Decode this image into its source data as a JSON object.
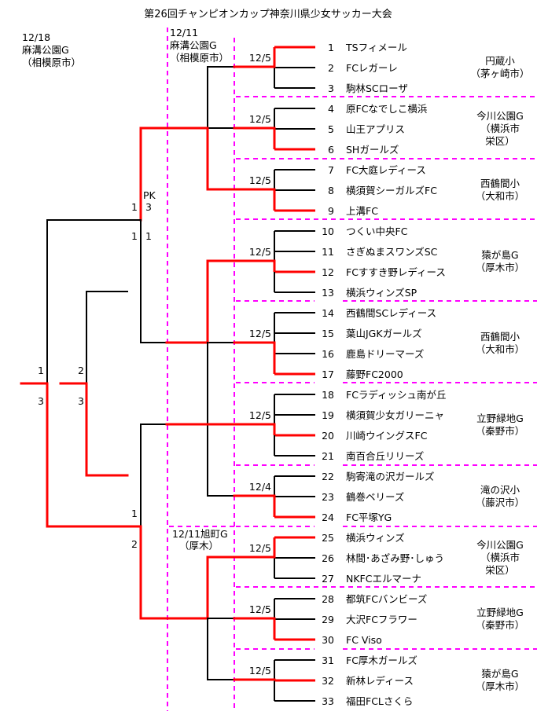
{
  "title": "第26回チャンピオンカップ神奈川県少女サッカー大会",
  "rounds": {
    "final": {
      "date": "12/18",
      "venue": "麻溝公園G",
      "city": "（相模原市）"
    },
    "second_top": {
      "date": "12/11",
      "venue": "麻溝公園G",
      "city": "（相模原市）"
    },
    "second_bottom": {
      "venue": "12/11旭町G",
      "city": "（厚木）"
    }
  },
  "teams": [
    {
      "no": "1",
      "name": "TSフィメール",
      "winner": true
    },
    {
      "no": "2",
      "name": "FCレガーレ",
      "winner": false
    },
    {
      "no": "3",
      "name": "駒林SCローザ",
      "winner": false
    },
    {
      "no": "4",
      "name": "原FCなでしこ横浜",
      "winner": false
    },
    {
      "no": "5",
      "name": "山王アプリス",
      "winner": false
    },
    {
      "no": "6",
      "name": "SHガールズ",
      "winner": true
    },
    {
      "no": "7",
      "name": "FC大庭レディース",
      "winner": false
    },
    {
      "no": "8",
      "name": "横須賀シーガルズFC",
      "winner": false
    },
    {
      "no": "9",
      "name": "上溝FC",
      "winner": true
    },
    {
      "no": "10",
      "name": "つくい中央FC",
      "winner": false
    },
    {
      "no": "11",
      "name": "さぎぬまスワンズSC",
      "winner": false
    },
    {
      "no": "12",
      "name": "FCすすき野レディース",
      "winner": true
    },
    {
      "no": "13",
      "name": "横浜ウィンズSP",
      "winner": false
    },
    {
      "no": "14",
      "name": "西鶴間SCレディース",
      "winner": false
    },
    {
      "no": "15",
      "name": "葉山JGKガールズ",
      "winner": false
    },
    {
      "no": "16",
      "name": "鹿島ドリーマーズ",
      "winner": false
    },
    {
      "no": "17",
      "name": "藤野FC2000",
      "winner": true
    },
    {
      "no": "18",
      "name": "FCラディッシュ南が丘",
      "winner": false
    },
    {
      "no": "19",
      "name": "横須賀少女ガリーニャ",
      "winner": false
    },
    {
      "no": "20",
      "name": "川崎ウイングスFC",
      "winner": true
    },
    {
      "no": "21",
      "name": "南百合丘リリーズ",
      "winner": false
    },
    {
      "no": "22",
      "name": "駒寄滝の沢ガールズ",
      "winner": false
    },
    {
      "no": "23",
      "name": "鶴巻ベリーズ",
      "winner": false
    },
    {
      "no": "24",
      "name": "FC平塚YG",
      "winner": true
    },
    {
      "no": "25",
      "name": "横浜ウィンズ",
      "winner": true
    },
    {
      "no": "26",
      "name": "林間･あざみ野･しゅう",
      "winner": false
    },
    {
      "no": "27",
      "name": "NKFCエルマーナ",
      "winner": false
    },
    {
      "no": "28",
      "name": "都筑FCバンビーズ",
      "winner": false
    },
    {
      "no": "29",
      "name": "大沢FCフラワー",
      "winner": false
    },
    {
      "no": "30",
      "name": "FC Viso",
      "winner": true
    },
    {
      "no": "31",
      "name": "FC厚木ガールズ",
      "winner": false
    },
    {
      "no": "32",
      "name": "新林レディース",
      "winner": true
    },
    {
      "no": "33",
      "name": "福田FCLさくら",
      "winner": false
    }
  ],
  "groups": [
    {
      "date": "12/5",
      "venue": [
        "円蔵小",
        "（茅ヶ崎市）"
      ]
    },
    {
      "date": "12/5",
      "venue": [
        "今川公園G",
        "（横浜市",
        "栄区）"
      ]
    },
    {
      "date": "12/5",
      "venue": [
        "西鶴間小",
        "（大和市）"
      ]
    },
    {
      "date": "12/5",
      "venue": [
        "猿が島G",
        "（厚木市）"
      ]
    },
    {
      "date": "12/5",
      "venue": [
        "西鶴間小",
        "（大和市）"
      ]
    },
    {
      "date": "12/5",
      "venue": [
        "立野緑地G",
        "（秦野市）"
      ]
    },
    {
      "date": "12/4",
      "venue": [
        "滝の沢小",
        "（藤沢市）"
      ]
    },
    {
      "date": "12/5",
      "venue": [
        "今川公園G",
        "（横浜市",
        "栄区）"
      ]
    },
    {
      "date": "12/5",
      "venue": [
        "立野緑地G",
        "（秦野市）"
      ]
    },
    {
      "date": "12/5",
      "venue": [
        "猿が島G",
        "（厚木市）"
      ]
    }
  ],
  "scores": {
    "semi_top_upper": "1",
    "semi_top_upper_pk_label": "PK",
    "semi_top_upper_pk": "3",
    "semi_top_lower": "1",
    "semi_top_lower_pk": "1",
    "semi_bottom_upper": "1",
    "semi_bottom_lower": "2",
    "final_upper": "1",
    "final_lower": "3",
    "third_upper": "2",
    "third_lower": "3"
  },
  "colors": {
    "win": "#ff0000",
    "line": "#000000",
    "divider": "#ff00ff"
  }
}
